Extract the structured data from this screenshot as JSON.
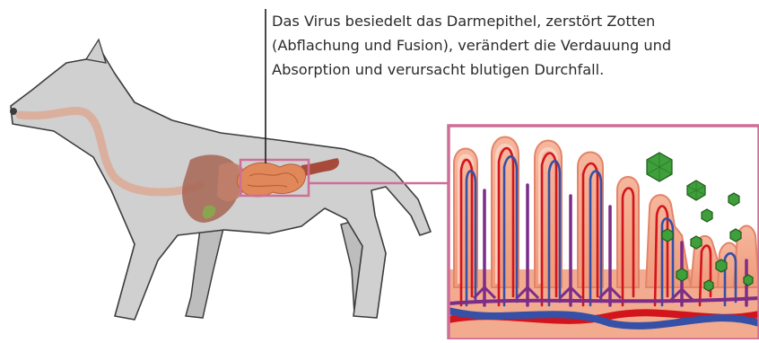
{
  "caption": {
    "lines": [
      "Das Virus besiedelt das Darmepithel, zerstört Zotten",
      "(Abflachung und Fusion), verändert die Verdauung und",
      "Absorption und verursacht blutigen Durchfall."
    ]
  },
  "colors": {
    "dog_body": "#d0d0d0",
    "dog_outline": "#3c3c3c",
    "esophagus": "#dcab97",
    "organs": "#b57462",
    "intestine": "#e1885b",
    "highlight_box": "#cf6f97",
    "villus_fill": "#f3ab8f",
    "villus_edge": "#e3846a",
    "artery": "#d2141c",
    "vein": "#3550a6",
    "lymph": "#7d2c88",
    "virus": "#3f9f3b",
    "virus_edge": "#1f5a1c"
  },
  "icons": {
    "virus": "virus-particle-icon",
    "dog": "dog-silhouette-icon"
  }
}
